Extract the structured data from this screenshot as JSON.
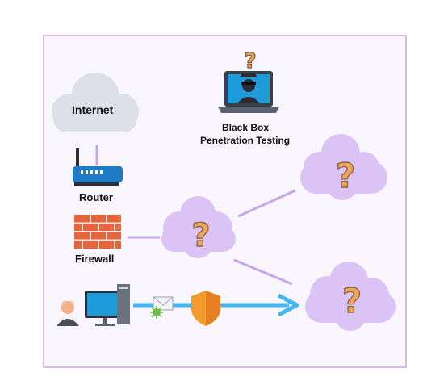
{
  "labels": {
    "internet": "Internet",
    "router": "Router",
    "firewall": "Firewall",
    "title_line1": "Black Box",
    "title_line2": "Penetration Testing"
  },
  "question_mark": "?",
  "colors": {
    "frame_border": "#d6b8ee",
    "frame_bg": "#faf6fd",
    "cloud_internet": "#dde0e8",
    "cloud_unknown": "#dcc3f5",
    "question_mark": "#f0a457",
    "connector": "#c7a6ea",
    "arrow": "#45b6ee",
    "firewall_brick": "#e8643c",
    "router_body": "#1f7bc8",
    "shield": "#f59a2c",
    "screen": "#1e9bd9"
  },
  "icons": [
    "cloud-icon",
    "laptop-hacker-icon",
    "router-icon",
    "firewall-icon",
    "user-icon",
    "computer-icon",
    "email-virus-icon",
    "shield-icon",
    "question-cloud-icon"
  ]
}
